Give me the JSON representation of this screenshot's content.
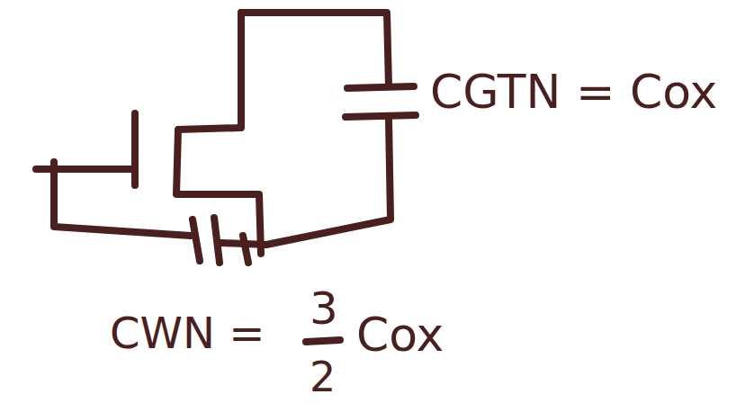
{
  "diagram": {
    "labels": [
      "CGTN = Cox",
      "CWN =",
      "3",
      "2",
      "Cox"
    ]
  }
}
